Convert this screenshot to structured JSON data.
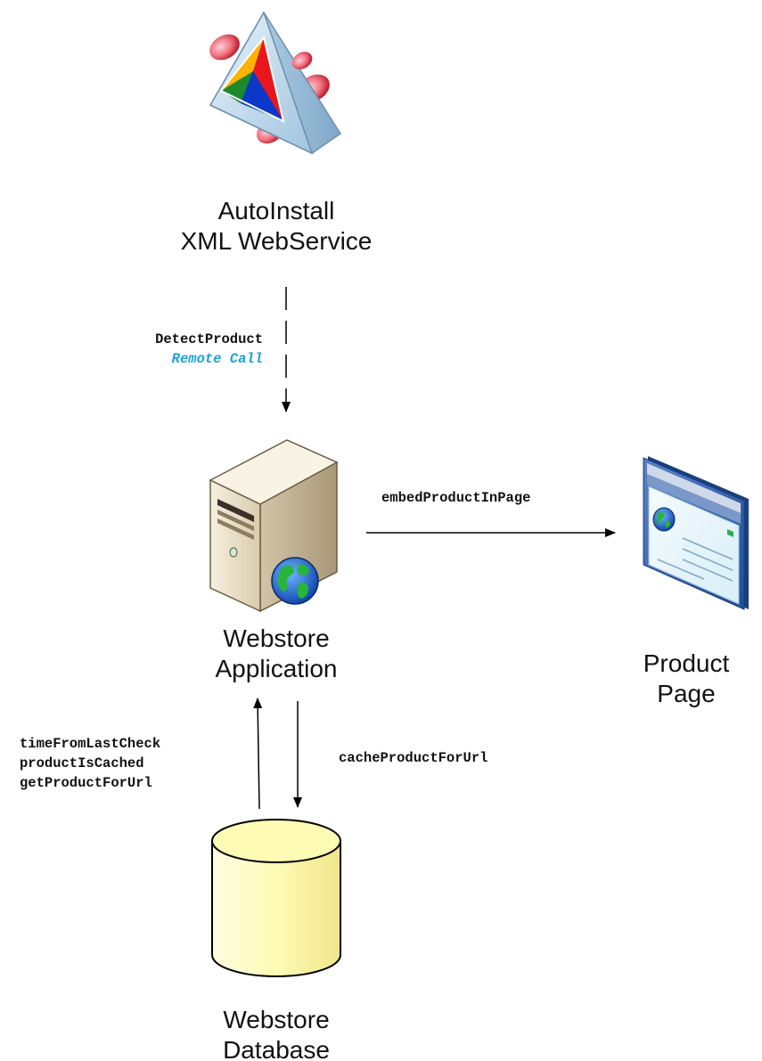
{
  "colors": {
    "remote_call": "#1aa3d9",
    "database_fill": "#fefbb5",
    "server_body": "#efe5cf",
    "arrow": "#000000"
  },
  "nodes": {
    "webservice": {
      "icon": "xml-webservice-icon",
      "line1": "AutoInstall",
      "line2": "XML WebService"
    },
    "webstore_app": {
      "icon": "web-server-icon",
      "line1": "Webstore",
      "line2": "Application"
    },
    "product_page": {
      "icon": "web-page-icon",
      "line1": "Product",
      "line2": "Page"
    },
    "database": {
      "icon": "database-cylinder-icon",
      "line1": "Webstore",
      "line2": "Database"
    }
  },
  "edges": {
    "detect_product": {
      "label": "DetectProduct",
      "sublabel": "Remote Call"
    },
    "embed_product": {
      "label": "embedProductInPage"
    },
    "cache_product": {
      "label": "cacheProductForUrl"
    },
    "db_queries": {
      "labels": [
        "timeFromLastCheck",
        "productIsCached",
        "getProductForUrl"
      ]
    }
  }
}
